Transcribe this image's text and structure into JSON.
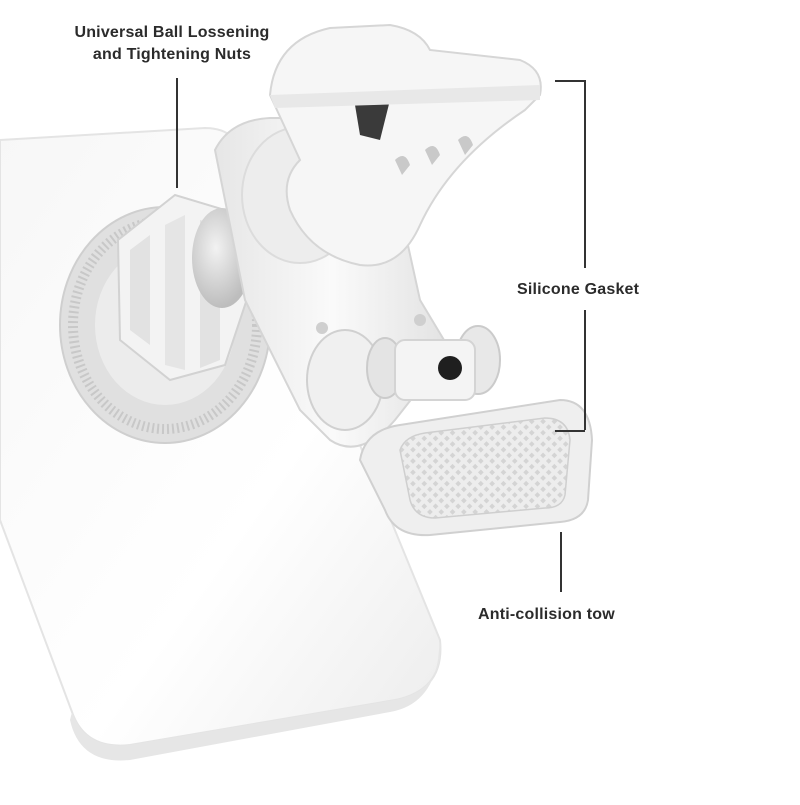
{
  "labels": {
    "ball_nuts_line1": "Universal Ball Lossening",
    "ball_nuts_line2": "and Tightening Nuts",
    "silicone_gasket": "Silicone Gasket",
    "anti_collision": "Anti-collision tow"
  },
  "colors": {
    "product": "#f4f4f4",
    "product_shadow": "#d9d9d9",
    "text": "#2b2b2b",
    "leader_line": "#333333"
  }
}
